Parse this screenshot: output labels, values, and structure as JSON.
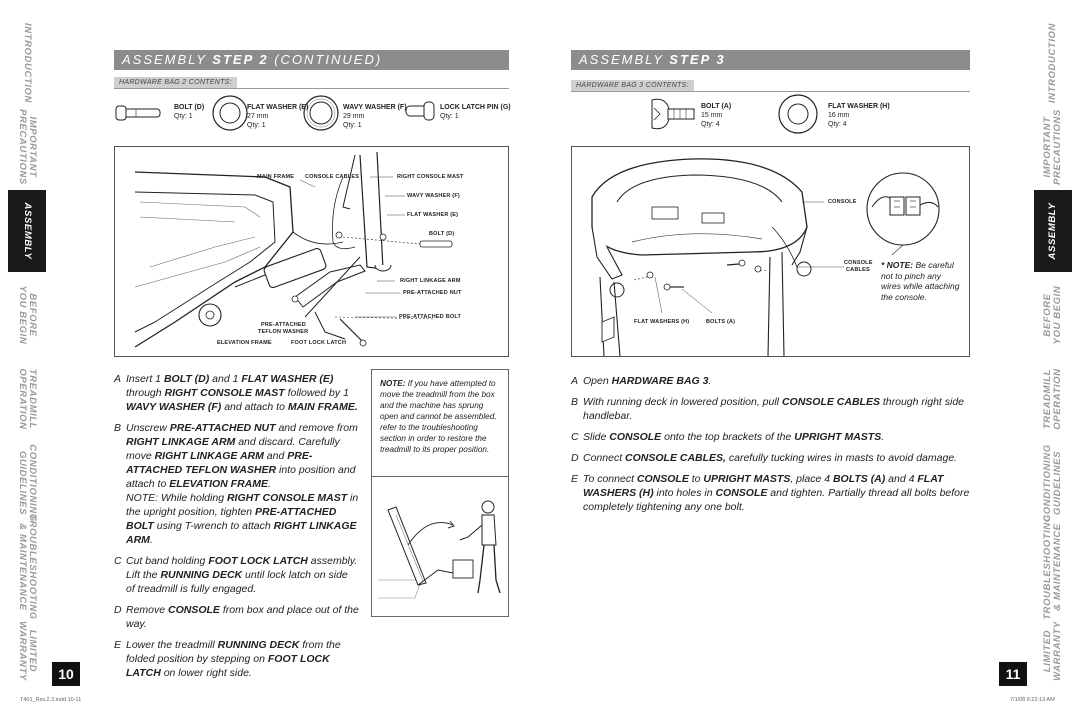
{
  "side_tabs": [
    "INTRODUCTION",
    "IMPORTANT\nPRECAUTIONS",
    "ASSEMBLY",
    "BEFORE\nYOU BEGIN",
    "TREADMILL\nOPERATION",
    "CONDITIONING\nGUIDELINES",
    "TROUBLESHOOTING\n& MAINTENANCE",
    "LIMITED\nWARRANTY"
  ],
  "active_tab": "ASSEMBLY",
  "left_page": {
    "banner_pre": "ASSEMBLY ",
    "banner_step": "STEP 2",
    "banner_post": " (CONTINUED)",
    "hardware_label": "HARDWARE BAG 2 CONTENTS:",
    "hardware": [
      {
        "name": "BOLT (D)",
        "line2": "Qty: 1",
        "line3": ""
      },
      {
        "name": "FLAT WASHER (E)",
        "line2": "27 mm",
        "line3": "Qty: 1"
      },
      {
        "name": "WAVY WASHER (F)",
        "line2": "29 mm",
        "line3": "Qty: 1"
      },
      {
        "name": "LOCK LATCH PIN (G)",
        "line2": "Qty: 1",
        "line3": ""
      }
    ],
    "callouts": {
      "main_frame": "MAIN FRAME",
      "console_cables": "CONSOLE CABLES",
      "right_console_mast": "RIGHT CONSOLE MAST",
      "wavy_washer": "WAVY WASHER (F)",
      "flat_washer": "FLAT WASHER (E)",
      "bolt_d": "BOLT (D)",
      "right_linkage_arm": "RIGHT LINKAGE ARM",
      "pre_attached_nut": "PRE-ATTACHED NUT",
      "pre_attached_bolt": "PRE-ATTACHED BOLT",
      "pre_attached_teflon_1": "PRE-ATTACHED",
      "pre_attached_teflon_2": "TEFLON WASHER",
      "elevation_frame": "ELEVATION FRAME",
      "foot_lock_latch": "FOOT LOCK LATCH"
    },
    "steps": [
      {
        "letter": "A",
        "html": "Insert 1 <b>BOLT (D)</b> and 1 <b>FLAT WASHER (E)</b> through <b>RIGHT CONSOLE MAST</b> followed by 1 <b>WAVY WASHER (F)</b> and attach to <b>MAIN FRAME.</b>"
      },
      {
        "letter": "B",
        "html": "Unscrew <b>PRE-ATTACHED NUT</b> and remove from <b>RIGHT LINKAGE ARM</b> and discard. Carefully move <b>RIGHT LINKAGE ARM</b> and <b>PRE-ATTACHED TEFLON WASHER</b> into position and attach to <b>ELEVATION FRAME</b>.<br>NOTE: While holding <b>RIGHT CONSOLE MAST</b> in the upright position, tighten <b>PRE-ATTACHED BOLT</b> using T-wrench to attach <b>RIGHT LINKAGE ARM</b>."
      },
      {
        "letter": "C",
        "html": "Cut band holding <b>FOOT LOCK LATCH</b> assembly. Lift the <b>RUNNING DECK</b> until lock latch on side of treadmill is fully engaged."
      },
      {
        "letter": "D",
        "html": "Remove <b>CONSOLE</b> from box and place out of the way."
      },
      {
        "letter": "E",
        "html": "Lower the treadmill <b>RUNNING DECK</b> from the folded position by stepping on <b>FOOT LOCK LATCH</b> on lower right side."
      }
    ],
    "note_html": "<b>NOTE:</b> If you have attempted to move the treadmill from the box and the machine has sprung open and cannot be assembled, refer to the troubleshooting section in order to restore the treadmill to its proper position.",
    "page_number": "10"
  },
  "right_page": {
    "banner_pre": "ASSEMBLY ",
    "banner_step": "STEP 3",
    "hardware_label": "HARDWARE BAG 3 CONTENTS:",
    "hardware": [
      {
        "name": "BOLT (A)",
        "line2": "15 mm",
        "line3": "Qty: 4"
      },
      {
        "name": "FLAT WASHER (H)",
        "line2": "16 mm",
        "line3": "Qty: 4"
      }
    ],
    "callouts": {
      "console": "CONSOLE",
      "console_cables_1": "CONSOLE",
      "console_cables_2": "CABLES",
      "flat_washers": "FLAT WASHERS (H)",
      "bolts": "BOLTS (A)"
    },
    "side_note_html": "<b>* NOTE:</b> Be careful not to pinch any wires while attaching the console.",
    "steps": [
      {
        "letter": "A",
        "html": "Open <b>HARDWARE BAG 3</b>."
      },
      {
        "letter": "B",
        "html": "With running deck in lowered position, pull <b>CONSOLE CABLES</b> through right side handlebar."
      },
      {
        "letter": "C",
        "html": "Slide <b>CONSOLE</b> onto the top brackets of the <b>UPRIGHT MASTS</b>."
      },
      {
        "letter": "D",
        "html": "Connect <b>CONSOLE CABLES,</b> carefully tucking wires in masts to avoid damage."
      },
      {
        "letter": "E",
        "html": "To connect <b>CONSOLE</b> to <b>UPRIGHT MASTS</b>, place 4 <b>BOLTS (A)</b> and 4 <b>FLAT WASHERS (H)</b> into holes in <b>CONSOLE</b> and tighten. Partially thread all bolts before completely tightening any one bolt."
      }
    ],
    "page_number": "11"
  },
  "footer": {
    "left": "T401_Rev.2.3.indd   10-11",
    "right": "7/1/08   6:22:13 AM"
  }
}
